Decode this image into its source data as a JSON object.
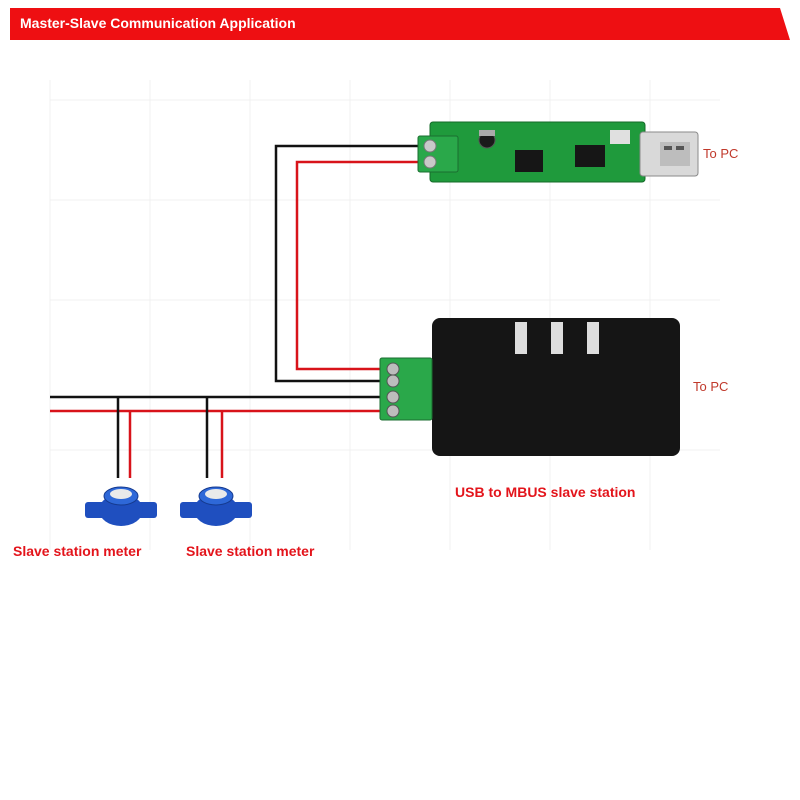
{
  "banner": {
    "title": "Master-Slave Communication Application",
    "color": "#ee0f12"
  },
  "labels": {
    "to_pc_top": "To PC",
    "to_pc_mid": "To PC",
    "device": "USB to MBUS slave station",
    "meter_1": "Slave station meter",
    "meter_2": "Slave station meter"
  },
  "colors": {
    "wire_black": "#111111",
    "wire_red": "#d8131a",
    "board_green": "#1f9a3c",
    "device_black": "#151515",
    "terminal_green": "#2aa84a",
    "meter_blue": "#1f4fbf",
    "label_red": "#e3141b"
  },
  "icons": {
    "usb_board": "usb-to-mbus-master-board",
    "device": "usb-to-mbus-slave-device",
    "meter": "water-meter-icon"
  }
}
